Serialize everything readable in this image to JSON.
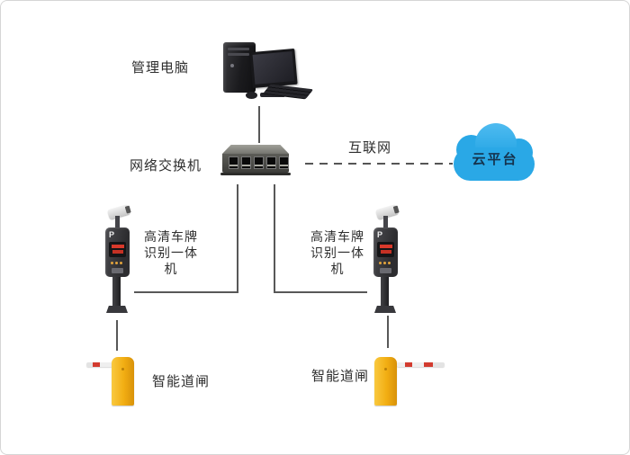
{
  "diagram": {
    "type": "network-topology",
    "nodes": {
      "computer": {
        "label": "管理电脑"
      },
      "switch": {
        "label": "网络交换机"
      },
      "internet_link": {
        "label": "互联网"
      },
      "cloud": {
        "label": "云平台"
      },
      "lpr_left": {
        "label": "高清车牌识别一体机",
        "logo": "P"
      },
      "lpr_right": {
        "label": "高清车牌识别一体机",
        "logo": "P"
      },
      "barrier_left": {
        "label": "智能道闸"
      },
      "barrier_right": {
        "label": "智能道闸"
      }
    },
    "edges": [
      {
        "from": "computer",
        "to": "switch",
        "style": "solid"
      },
      {
        "from": "switch",
        "to": "cloud",
        "style": "dashed",
        "label": "互联网"
      },
      {
        "from": "switch",
        "to": "lpr_left",
        "style": "solid"
      },
      {
        "from": "switch",
        "to": "lpr_right",
        "style": "solid"
      },
      {
        "from": "lpr_left",
        "to": "barrier_left",
        "style": "solid"
      },
      {
        "from": "lpr_right",
        "to": "barrier_right",
        "style": "solid"
      }
    ],
    "colors": {
      "cloud_blue": "#2aa8e6",
      "barrier_yellow": "#f2ad12",
      "arm_red": "#d23b2f",
      "led_red": "#d8392b",
      "line_gray": "#585858",
      "text": "#2e2e2e",
      "canvas_border": "#d6d6d6"
    }
  }
}
